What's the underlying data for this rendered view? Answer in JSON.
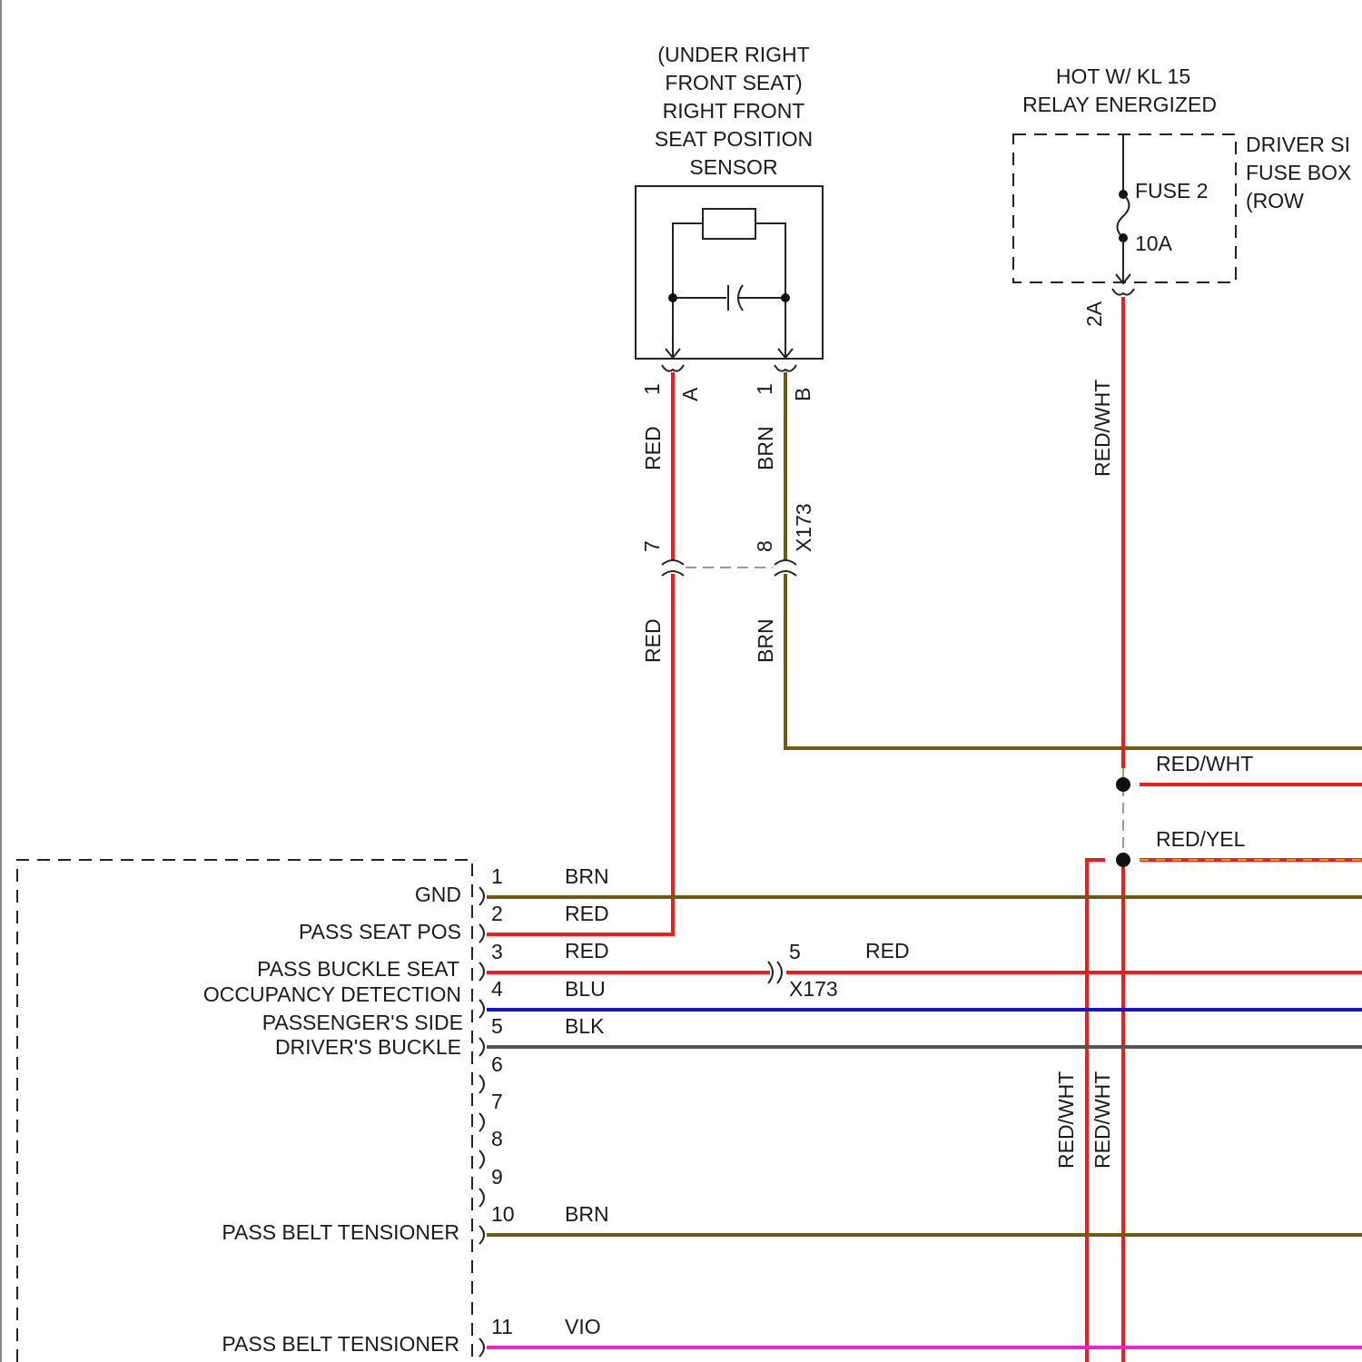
{
  "colors": {
    "red": "#ee1c1c",
    "brown": "#6e5a14",
    "blue": "#1515d0",
    "black": "#555555",
    "violet": "#ee22cc",
    "yellow": "#f0c000",
    "line": "#222222"
  },
  "sensor": {
    "label_lines": [
      "(UNDER RIGHT",
      "FRONT SEAT)",
      "RIGHT FRONT",
      "SEAT POSITION",
      "SENSOR"
    ],
    "pin_a_num": "1",
    "pin_a_letter": "A",
    "pin_b_num": "1",
    "pin_b_letter": "B",
    "wire_a_color": "RED",
    "wire_b_color": "BRN"
  },
  "connector_x173_top": {
    "name": "X173",
    "pin_a": "7",
    "pin_b": "8",
    "wire_a_below": "RED",
    "wire_b_below": "BRN"
  },
  "fuse_box": {
    "hot_label_lines": [
      "HOT W/ KL 15",
      "RELAY ENERGIZED"
    ],
    "side_label_lines": [
      "DRIVER SI",
      "FUSE BOX",
      "(ROW"
    ],
    "fuse_name": "FUSE 2",
    "fuse_rating": "10A",
    "output_pin": "2A",
    "output_wire": "RED/WHT"
  },
  "splices": {
    "upper_label": "RED/WHT",
    "lower_label": "RED/YEL",
    "vertical_left": "RED/WHT",
    "vertical_right": "RED/WHT"
  },
  "module": {
    "pins": [
      {
        "num": "1",
        "func": "GND",
        "wire": "BRN"
      },
      {
        "num": "2",
        "func": "PASS SEAT POS",
        "wire": "RED"
      },
      {
        "num": "3",
        "func": "PASS BUCKLE SEAT",
        "wire": "RED"
      },
      {
        "num": "4",
        "func": "OCCUPANCY DETECTION",
        "wire": "BLU"
      },
      {
        "num": "5",
        "func": "PASSENGER'S SIDE",
        "wire": "BLK"
      },
      {
        "num": "6",
        "func": "DRIVER'S BUCKLE",
        "wire": ""
      },
      {
        "num": "7",
        "func": "",
        "wire": ""
      },
      {
        "num": "8",
        "func": "",
        "wire": ""
      },
      {
        "num": "9",
        "func": "",
        "wire": ""
      },
      {
        "num": "10",
        "func": "PASS BELT TENSIONER",
        "wire": "BRN"
      },
      {
        "num": "11",
        "func": "PASS BELT TENSIONER",
        "wire": "VIO"
      }
    ]
  },
  "connector_x173_mid": {
    "name": "X173",
    "pin": "5",
    "wire_after": "RED"
  }
}
